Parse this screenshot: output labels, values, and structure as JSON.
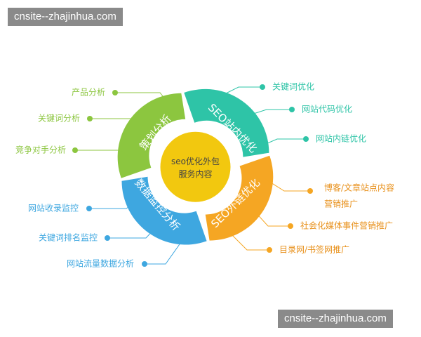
{
  "watermark": {
    "top": "cnsite--zhajinhua.com",
    "bottom": "cnsite--zhajinhua.com"
  },
  "center": {
    "line1": "seo优化外包",
    "line2": "服务内容",
    "color": "#f2c80f"
  },
  "segments": {
    "planning": {
      "label": "策划分析",
      "color": "#8cc63f"
    },
    "onsite": {
      "label": "SEO站内优化",
      "color": "#2ec4a7"
    },
    "offsite": {
      "label": "SEO外链优化",
      "color": "#f5a623"
    },
    "monitoring": {
      "label": "数据监控分析",
      "color": "#3ea7e0"
    }
  },
  "callouts": {
    "planning": [
      "产品分析",
      "关键词分析",
      "竞争对手分析"
    ],
    "onsite": [
      "关键词优化",
      "网站代码优化",
      "网站内链优化"
    ],
    "offsite": [
      "博客/文章站点内容",
      "营销推广",
      "社会化媒体事件营销推广",
      "目录网/书签网推广"
    ],
    "monitoring": [
      "网站收录监控",
      "关键词排名监控",
      "网站流量数据分析"
    ]
  }
}
